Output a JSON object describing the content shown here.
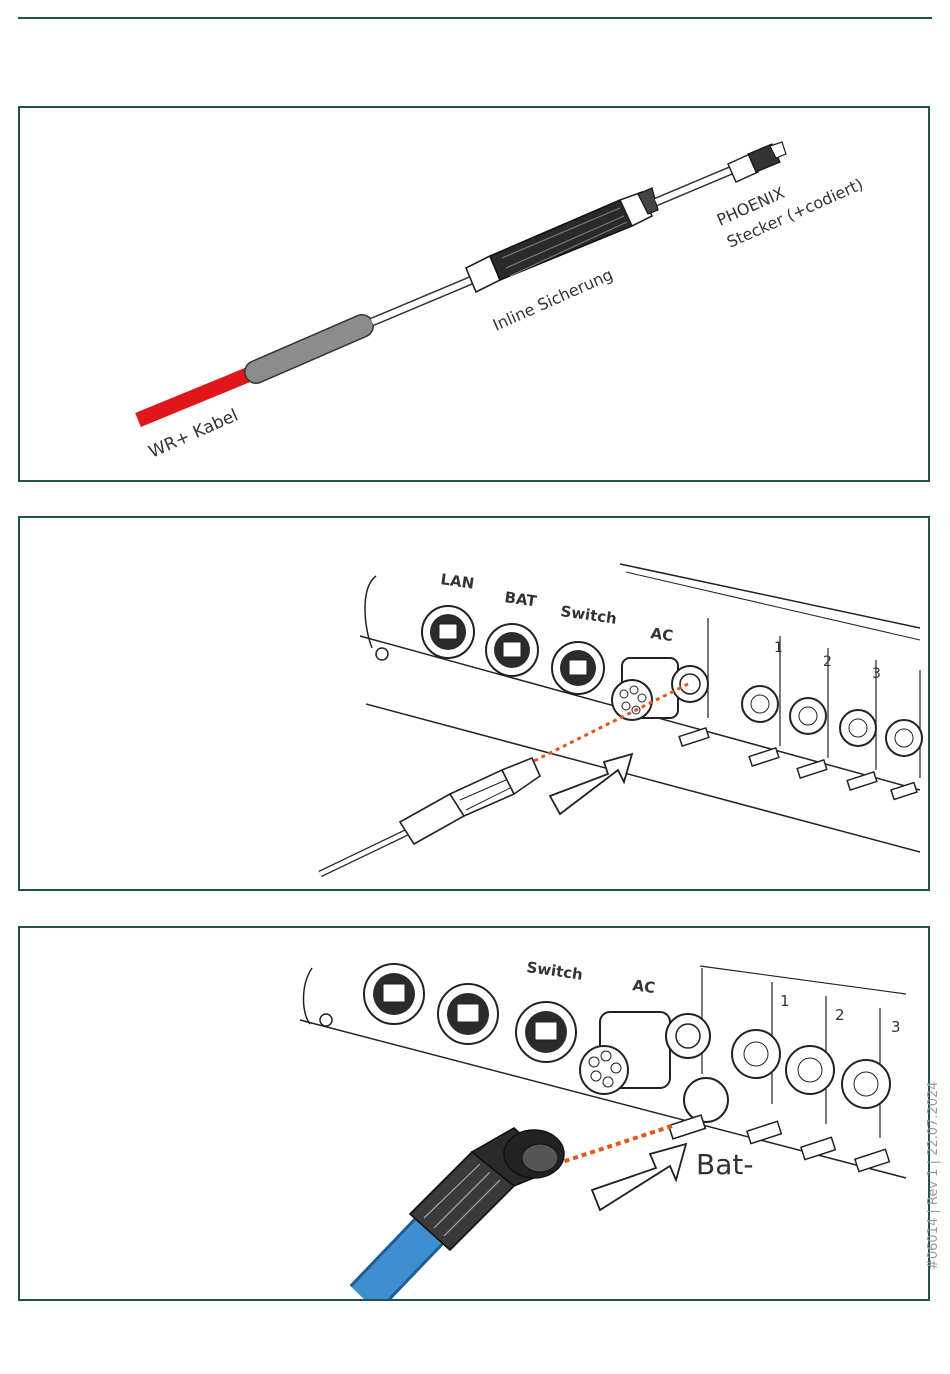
{
  "panel1": {
    "label_cable": "WR+ Kabel",
    "label_fuse": "Inline Sicherung",
    "label_connector_line1": "PHOENIX",
    "label_connector_line2": "Stecker (+codiert)"
  },
  "panel2": {
    "port_lan": "LAN",
    "port_bat": "BAT",
    "port_switch": "Switch",
    "port_ac": "AC",
    "mppt_1": "1",
    "mppt_2": "2",
    "mppt_3": "3"
  },
  "panel3": {
    "port_switch": "Switch",
    "port_ac": "AC",
    "mppt_1": "1",
    "mppt_2": "2",
    "mppt_3": "3",
    "label_bat_minus": "Bat-"
  },
  "footer": "#06014 | Rev 1 | 22.07.2024",
  "colors": {
    "frame": "#1f5252",
    "cable_red": "#e0161b",
    "cable_blue": "#3f8fd0",
    "dotted_guide": "#e2571a",
    "sleeve_grey": "#8c8c8c"
  }
}
